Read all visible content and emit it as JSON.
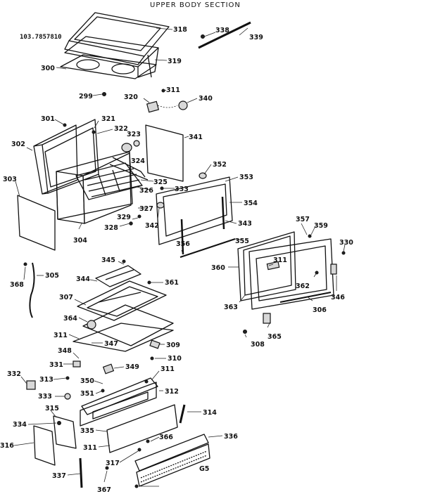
{
  "header": {
    "title": "UPPER BODY SECTION",
    "model_number": "103.7857810"
  },
  "footer": {
    "code": "G5"
  },
  "callouts": [
    "318",
    "319",
    "300",
    "299",
    "338",
    "339",
    "320",
    "311",
    "340",
    "301",
    "321",
    "322",
    "323",
    "324",
    "302",
    "303",
    "341",
    "352",
    "353",
    "325",
    "326",
    "333",
    "354",
    "327",
    "342",
    "343",
    "328",
    "329",
    "304",
    "355",
    "356",
    "357",
    "359",
    "330",
    "345",
    "360",
    "311",
    "368",
    "305",
    "344",
    "361",
    "362",
    "346",
    "363",
    "306",
    "307",
    "364",
    "365",
    "308",
    "311",
    "347",
    "309",
    "348",
    "310",
    "331",
    "349",
    "311",
    "313",
    "332",
    "350",
    "312",
    "333",
    "351",
    "314",
    "315",
    "334",
    "316",
    "335",
    "311",
    "366",
    "336",
    "317",
    "337",
    "367"
  ]
}
